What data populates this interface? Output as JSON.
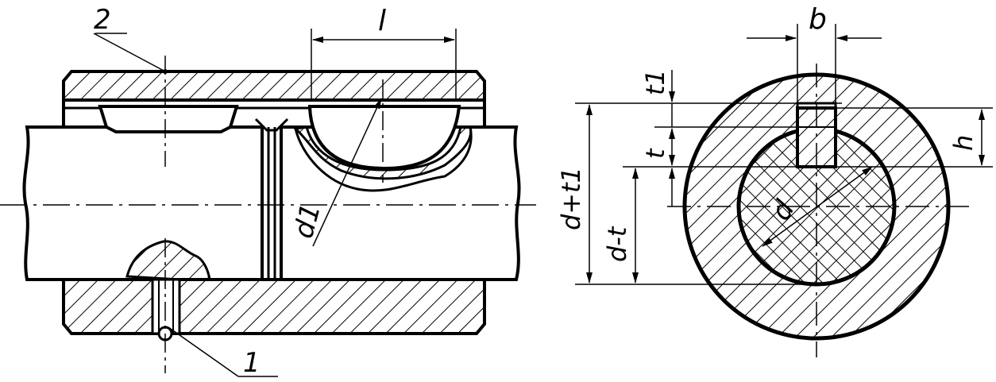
{
  "labels": {
    "part_2": "2",
    "part_1": "1",
    "dim_l": "l",
    "dim_d1": "d1",
    "dim_b": "b",
    "dim_t1": "t1",
    "dim_t": "t",
    "dim_h": "h",
    "dim_d": "d",
    "dim_d_plus_t1": "d+t1",
    "dim_d_minus_t": "d-t"
  },
  "colors": {
    "ink": "#000000",
    "paper": "#ffffff"
  }
}
